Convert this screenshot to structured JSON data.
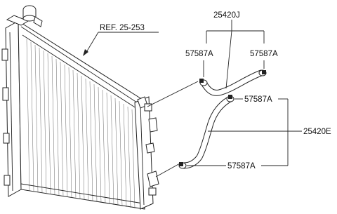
{
  "labels": {
    "reference": "REF. 25-253",
    "hose_upper_assy": "25420J",
    "clamp_upper_left": "57587A",
    "clamp_upper_right": "57587A",
    "clamp_middle": "57587A",
    "hose_lower_assy": "25420E",
    "clamp_lower": "57587A"
  }
}
